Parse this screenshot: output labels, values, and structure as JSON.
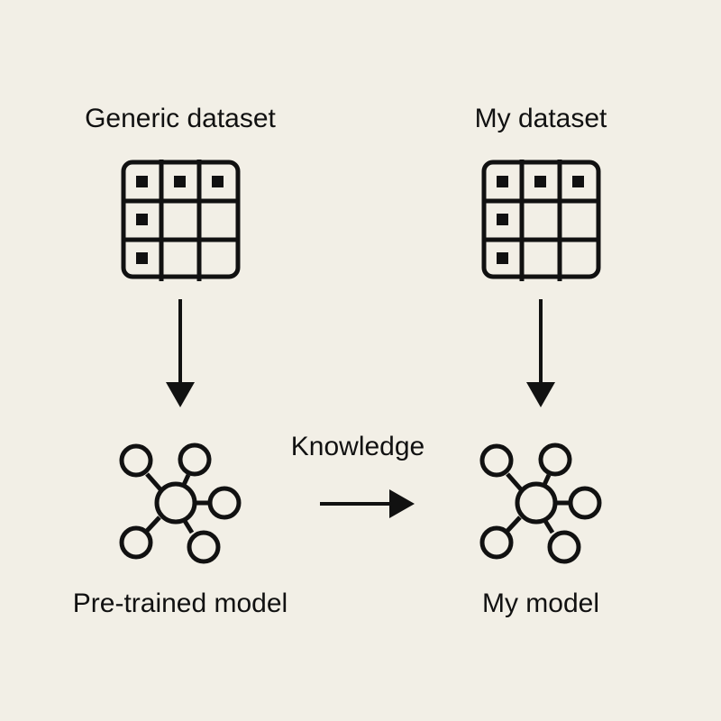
{
  "diagram": {
    "generic_dataset": {
      "label": "Generic dataset",
      "icon": "table-icon"
    },
    "my_dataset": {
      "label": "My dataset",
      "icon": "table-icon"
    },
    "pretrained_model": {
      "label": "Pre-trained model",
      "icon": "network-icon"
    },
    "my_model": {
      "label": "My model",
      "icon": "network-icon"
    },
    "knowledge_edge": {
      "label": "Knowledge",
      "icon": "arrow-right-icon"
    }
  },
  "colors": {
    "background": "#f2efe6",
    "stroke": "#111111"
  }
}
